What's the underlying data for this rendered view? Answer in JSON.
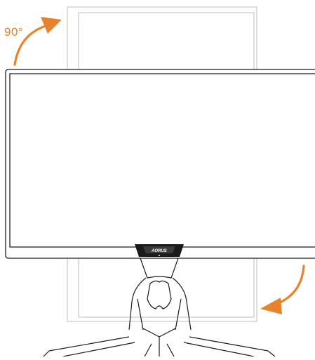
{
  "diagram": {
    "rotation_label": "90°",
    "brand_logo": "AORUS",
    "colors": {
      "arrow": "#e8822c",
      "monitor_outline": "#1a1a1a",
      "ghost_outline": "#c8c8c8",
      "logo_plate": "#1a1a1a"
    },
    "icons": {
      "rotate_arrow_top": "curved-arrow-up-right",
      "rotate_arrow_bottom": "curved-arrow-down-left"
    }
  }
}
